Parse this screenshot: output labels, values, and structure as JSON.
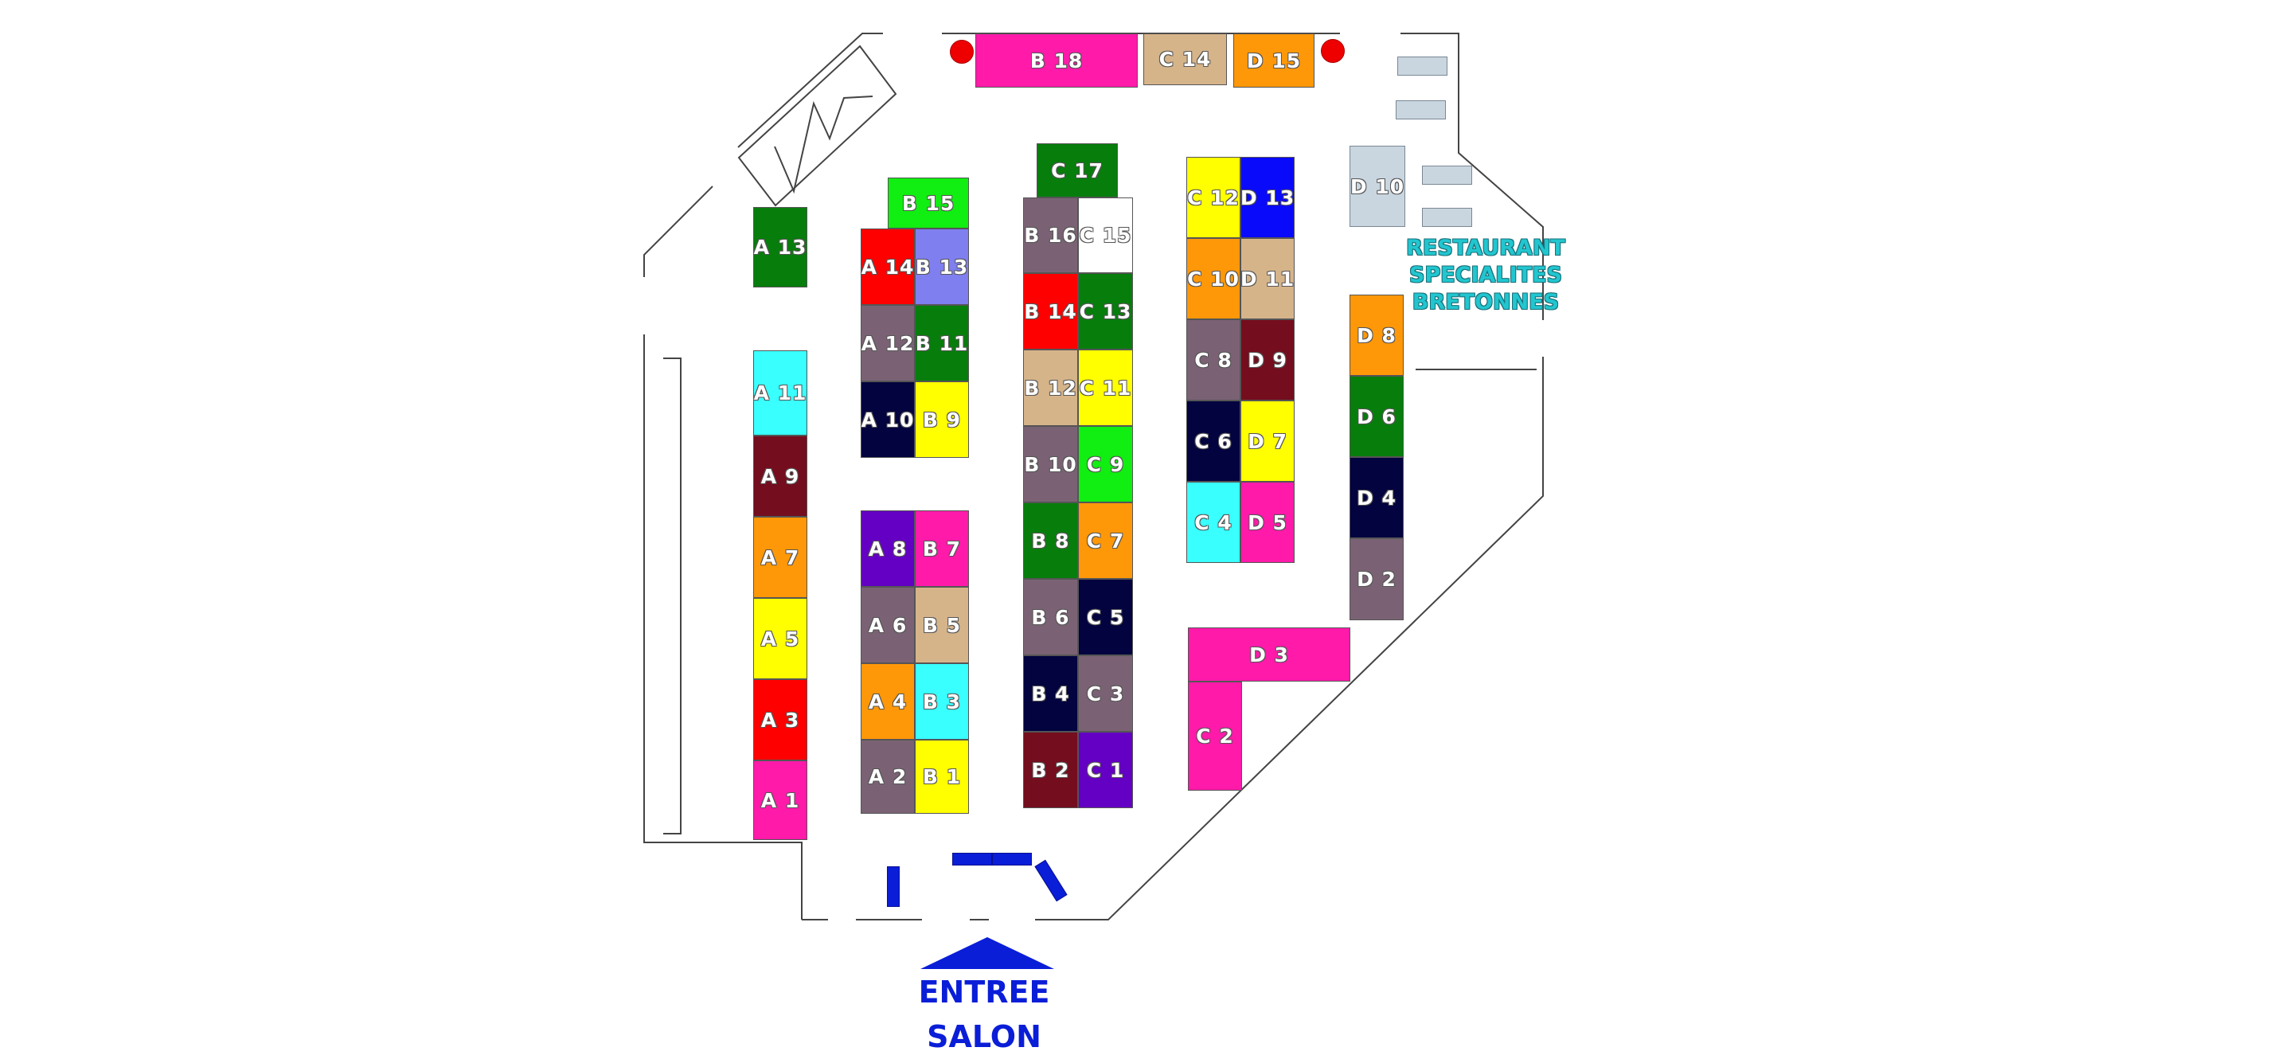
{
  "booths": [
    {
      "id": "B 18",
      "color": "#ff1aaa"
    },
    {
      "id": "C 14",
      "color": "#d6b48a"
    },
    {
      "id": "D 15",
      "color": "#ff9808"
    },
    {
      "id": "C 17",
      "color": "#077d0c"
    },
    {
      "id": "B 15",
      "color": "#11ee11"
    },
    {
      "id": "A 13",
      "color": "#077d0c"
    },
    {
      "id": "A 14",
      "color": "#ff0000"
    },
    {
      "id": "B 13",
      "color": "#7f7ff0"
    },
    {
      "id": "A 12",
      "color": "#7a6274"
    },
    {
      "id": "B 11",
      "color": "#077d0c"
    },
    {
      "id": "A 10",
      "color": "#03033f"
    },
    {
      "id": "B 9",
      "color": "#ffff00"
    },
    {
      "id": "A 11",
      "color": "#39ffff"
    },
    {
      "id": "A 9",
      "color": "#740d1d"
    },
    {
      "id": "A 7",
      "color": "#ff9808"
    },
    {
      "id": "A 5",
      "color": "#ffff00"
    },
    {
      "id": "A 3",
      "color": "#ff0000"
    },
    {
      "id": "A 1",
      "color": "#ff1aaa"
    },
    {
      "id": "A 8",
      "color": "#6400c3"
    },
    {
      "id": "B 7",
      "color": "#ff1aaa"
    },
    {
      "id": "A 6",
      "color": "#7a6274"
    },
    {
      "id": "B 5",
      "color": "#d6b48a"
    },
    {
      "id": "A 4",
      "color": "#ff9808"
    },
    {
      "id": "B 3",
      "color": "#39ffff"
    },
    {
      "id": "A 2",
      "color": "#7a6274"
    },
    {
      "id": "B 1",
      "color": "#ffff00"
    },
    {
      "id": "B 16",
      "color": "#7a6274"
    },
    {
      "id": "C 15",
      "color": "#ffffff"
    },
    {
      "id": "B 14",
      "color": "#ff0000"
    },
    {
      "id": "C 13",
      "color": "#077d0c"
    },
    {
      "id": "B 12",
      "color": "#d6b48a"
    },
    {
      "id": "C 11",
      "color": "#ffff00"
    },
    {
      "id": "B 10",
      "color": "#7a6274"
    },
    {
      "id": "C 9",
      "color": "#11ee11"
    },
    {
      "id": "B 8",
      "color": "#077d0c"
    },
    {
      "id": "C 7",
      "color": "#ff9808"
    },
    {
      "id": "B 6",
      "color": "#7a6274"
    },
    {
      "id": "C 5",
      "color": "#03033f"
    },
    {
      "id": "B 4",
      "color": "#03033f"
    },
    {
      "id": "C 3",
      "color": "#7a6274"
    },
    {
      "id": "B 2",
      "color": "#740d1d"
    },
    {
      "id": "C 1",
      "color": "#6400c3"
    },
    {
      "id": "C 12",
      "color": "#ffff00"
    },
    {
      "id": "D 13",
      "color": "#0a0afa"
    },
    {
      "id": "C 10",
      "color": "#ff9808"
    },
    {
      "id": "D 11",
      "color": "#d6b48a"
    },
    {
      "id": "C 8",
      "color": "#7a6274"
    },
    {
      "id": "D 9",
      "color": "#740d1d"
    },
    {
      "id": "C 6",
      "color": "#03033f"
    },
    {
      "id": "D 7",
      "color": "#ffff00"
    },
    {
      "id": "C 4",
      "color": "#39ffff"
    },
    {
      "id": "D 5",
      "color": "#ff1aaa"
    },
    {
      "id": "D 3",
      "color": "#ff1aaa"
    },
    {
      "id": "C 2",
      "color": "#ff1aaa"
    },
    {
      "id": "D 10",
      "color": "#c9d6e0"
    },
    {
      "id": "D 8",
      "color": "#ff9808"
    },
    {
      "id": "D 6",
      "color": "#077d0c"
    },
    {
      "id": "D 4",
      "color": "#03033f"
    },
    {
      "id": "D 2",
      "color": "#7a6274"
    }
  ],
  "restaurant": {
    "line1": "RESTAURANT",
    "line2": "SPECIALITES",
    "line3": "BRETONNES"
  },
  "entrance": {
    "line1": "ENTREE",
    "line2": "SALON",
    "color": "#0a1ed8"
  }
}
